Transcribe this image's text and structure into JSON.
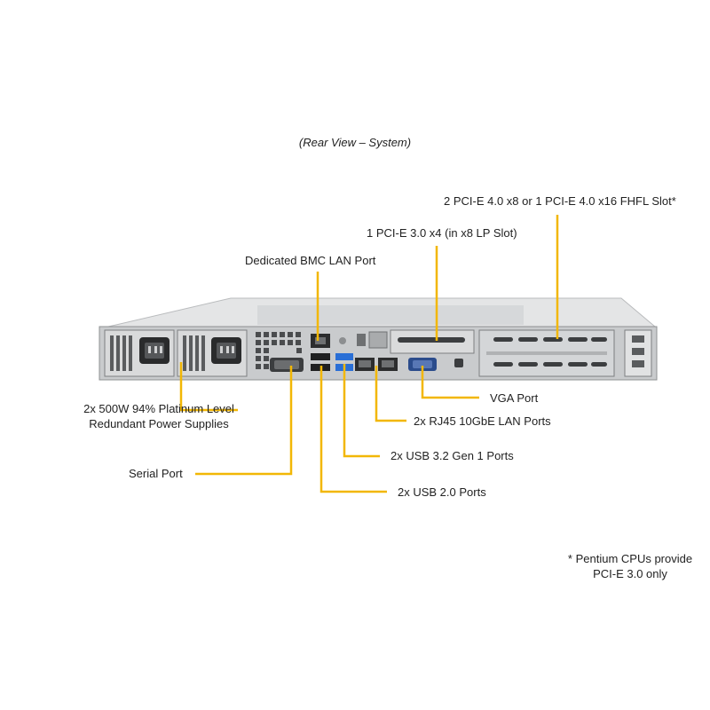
{
  "caption": "(Rear View – System)",
  "labels": {
    "pcie_x16": "2 PCI-E 4.0 x8 or 1 PCI-E 4.0 x16 FHFL Slot*",
    "pcie_lp": "1 PCI-E 3.0 x4 (in x8 LP Slot)",
    "bmc_lan": "Dedicated BMC LAN Port",
    "psu_line1": "2x 500W 94% Platinum Level",
    "psu_line2": "Redundant Power Supplies",
    "vga": "VGA Port",
    "rj45": "2x RJ45 10GbE LAN Ports",
    "usb32": "2x USB 3.2 Gen 1 Ports",
    "serial": "Serial Port",
    "usb20": "2x USB 2.0 Ports"
  },
  "footnote": {
    "line1": "* Pentium CPUs provide",
    "line2": "PCI-E 3.0 only"
  },
  "colors": {
    "leader": "#f2b705",
    "chassis": "#c9cbcd",
    "chassis_top": "#e4e5e6",
    "usb3_blue": "#2a6fd6",
    "vga_blue": "#2b4c8c"
  },
  "icons": [
    "power-inlet-icon",
    "rj45-port-icon",
    "usb-port-icon",
    "db9-serial-icon",
    "vga-port-icon"
  ]
}
